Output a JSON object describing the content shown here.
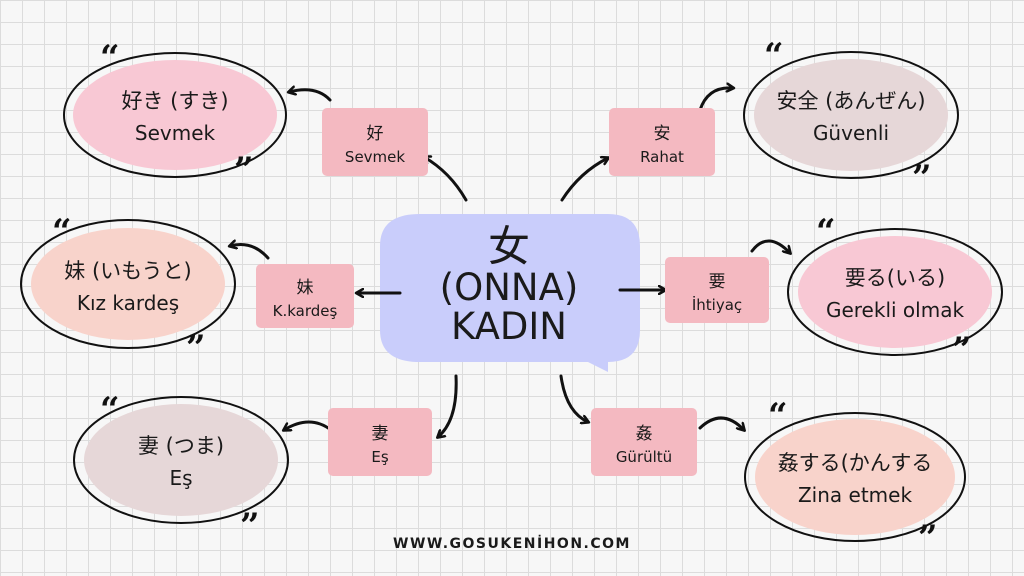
{
  "center": {
    "kanji": "女",
    "reading": "(ONNA)",
    "meaning": "KADIN"
  },
  "colors": {
    "center_bubble": "#c9cdfb",
    "label_box": "#f4b9c1",
    "pink": "#f8c8d4",
    "peach": "#f8d3cb",
    "mauve": "#e6d7d8"
  },
  "branches": [
    {
      "kanji": "好",
      "label": "Sevmek",
      "word": "好き (すき)",
      "meaning": "Sevmek"
    },
    {
      "kanji": "妹",
      "label": "K.kardeş",
      "word": "妹 (いもうと)",
      "meaning": "Kız kardeş"
    },
    {
      "kanji": "妻",
      "label": "Eş",
      "word": "妻 (つま)",
      "meaning": "Eş"
    },
    {
      "kanji": "安",
      "label": "Rahat",
      "word": "安全 (あんぜん)",
      "meaning": "Güvenli"
    },
    {
      "kanji": "要",
      "label": "İhtiyaç",
      "word": "要る(いる)",
      "meaning": "Gerekli olmak"
    },
    {
      "kanji": "姦",
      "label": "Gürültü",
      "word": "姦する(かんする",
      "meaning": "Zina etmek"
    }
  ],
  "quote_open": "“",
  "quote_close": "”",
  "footer": {
    "url": "WWW.GOSUKENİHON.COM"
  }
}
